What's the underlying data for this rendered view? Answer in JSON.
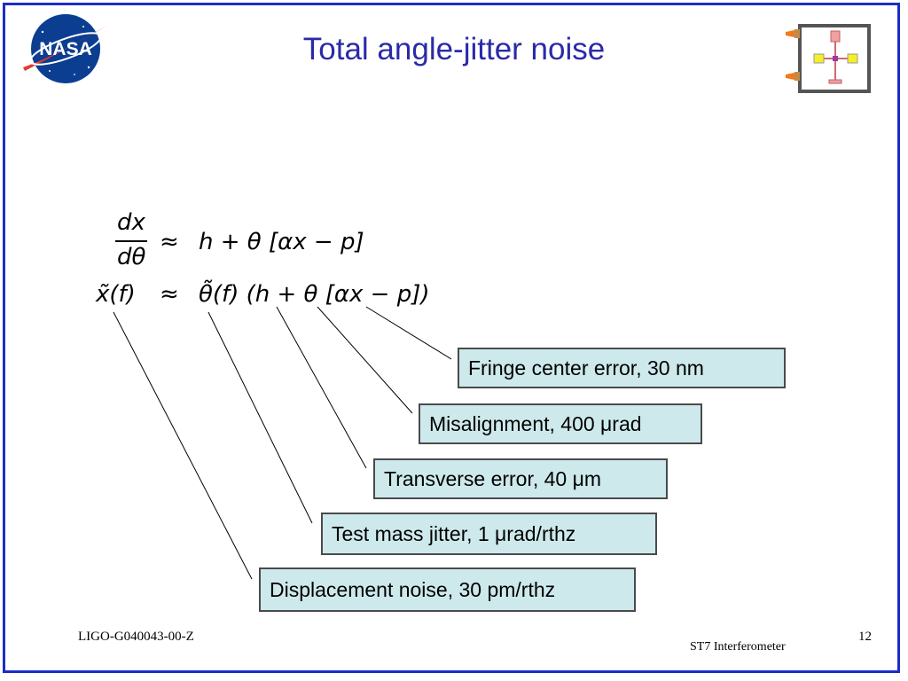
{
  "slide": {
    "title": "Total angle-jitter noise",
    "nasa_logo_text": "NASA",
    "equations": {
      "line1_numerator": "dx",
      "line1_denominator": "dθ",
      "line1_approx": "≈",
      "line1_rhs": "h + θ [αx − p]",
      "line2_lhs": "x̃(f)",
      "line2_approx": "≈",
      "line2_rhs": "θ̃(f) (h + θ [αx − p])"
    },
    "annotations": [
      "Fringe center  error, 30 nm",
      "Misalignment, 400 μrad",
      "Transverse error, 40 μm",
      "Test mass jitter, 1 μrad/rthz",
      "Displacement noise, 30 pm/rthz"
    ],
    "footer": {
      "doc_id": "LIGO-G040043-00-Z",
      "project": "ST7  Interferometer",
      "page": "12"
    }
  }
}
